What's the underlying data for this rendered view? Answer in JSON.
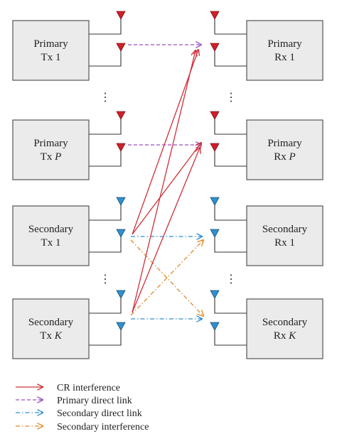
{
  "colors": {
    "box_fill": "#ebebeb",
    "box_stroke": "#555555",
    "primary_antenna": "#d0202a",
    "secondary_antenna": "#2f8fd0",
    "cr_interference": "#d0303a",
    "primary_direct": "#9a4fbf",
    "secondary_direct": "#2f8fd0",
    "secondary_interference": "#e08a2a"
  },
  "nodes": {
    "ptx1": {
      "line1": "Primary",
      "line2": "Tx 1",
      "italic": ""
    },
    "ptxp": {
      "line1": "Primary",
      "line2": "Tx ",
      "italic": "P"
    },
    "stx1": {
      "line1": "Secondary",
      "line2": "Tx 1",
      "italic": ""
    },
    "stxk": {
      "line1": "Secondary",
      "line2": "Tx ",
      "italic": "K"
    },
    "prx1": {
      "line1": "Primary",
      "line2": "Rx 1",
      "italic": ""
    },
    "prxp": {
      "line1": "Primary",
      "line2": "Rx ",
      "italic": "P"
    },
    "srx1": {
      "line1": "Secondary",
      "line2": "Rx 1",
      "italic": ""
    },
    "srxk": {
      "line1": "Secondary",
      "line2": "Rx ",
      "italic": "K"
    }
  },
  "ellipsis": "⋮",
  "legend": [
    {
      "label": "CR interference",
      "style": "solid",
      "color_key": "cr_interference"
    },
    {
      "label": "Primary direct link",
      "style": "dashed",
      "color_key": "primary_direct"
    },
    {
      "label": "Secondary direct link",
      "style": "dashdot",
      "color_key": "secondary_direct"
    },
    {
      "label": "Secondary interference",
      "style": "dashdot",
      "color_key": "secondary_interference"
    }
  ]
}
